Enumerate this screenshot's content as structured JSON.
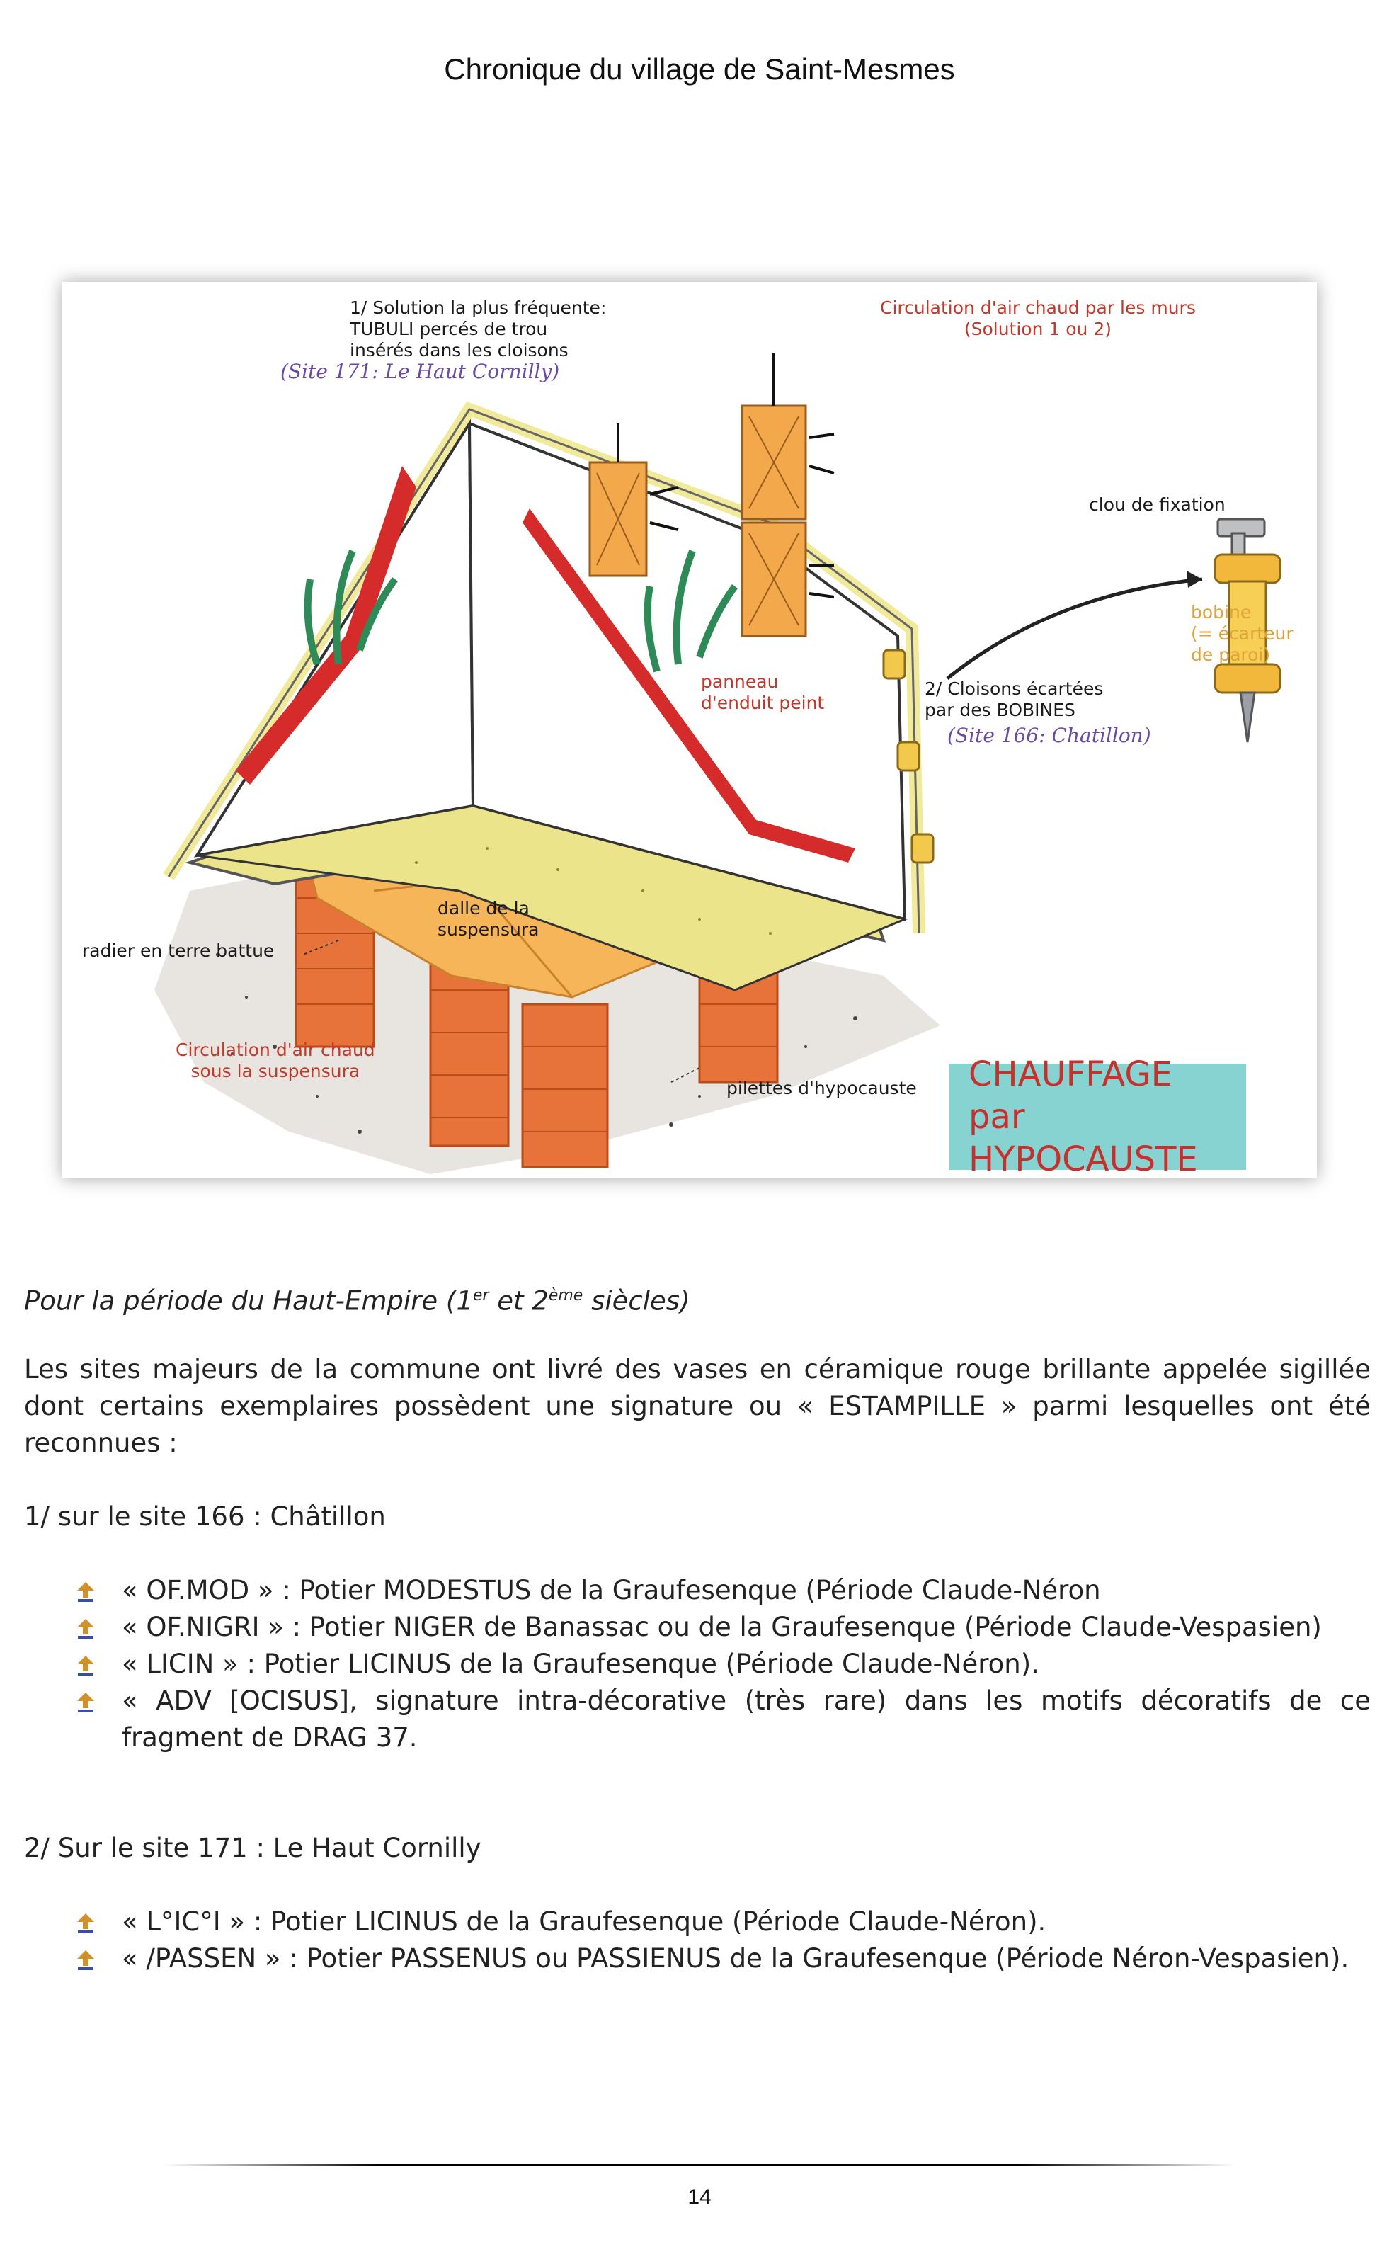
{
  "header": {
    "title": "Chronique du village de Saint-Mesmes"
  },
  "figure": {
    "labels": {
      "solution1_line1": "1/ Solution la plus fréquente:",
      "solution1_line2": "TUBULI percés de trou",
      "solution1_line3": "insérés dans les cloisons",
      "site171": "(Site 171: Le Haut Cornilly)",
      "circulation_murs_line1": "Circulation d'air chaud par les murs",
      "circulation_murs_line2": "(Solution 1 ou 2)",
      "clou": "clou de fixation",
      "bobine_line1": "bobine",
      "bobine_line2": "(= écarteur",
      "bobine_line3": "de paroi)",
      "panneau_line1": "panneau",
      "panneau_line2": "d'enduit peint",
      "solution2_line1": "2/ Cloisons écartées",
      "solution2_line2": "par des BOBINES",
      "site166": "(Site 166: Chatillon)",
      "dalle_line1": "dalle de la",
      "dalle_line2": "suspensura",
      "radier": "radier en terre battue",
      "circulation_sous_line1": "Circulation d'air chaud",
      "circulation_sous_line2": "sous la suspensura",
      "pilettes": "pilettes d'hypocauste"
    },
    "title_box": {
      "line1": "CHAUFFAGE",
      "line2": "par HYPOCAUSTE"
    }
  },
  "body": {
    "period_pre": "Pour la période du Haut-Empire (1",
    "period_sup1": "er",
    "period_mid": " et 2",
    "period_sup2": "ème",
    "period_post": " siècles)",
    "intro": "Les sites majeurs de la commune ont livré des vases en céramique rouge brillante appelée sigillée dont certains exemplaires possèdent une signature ou « ESTAMPILLE » parmi lesquelles ont été reconnues :",
    "site1_heading": "1/ sur le site 166 : Châtillon",
    "site1_items": [
      "« OF.MOD » : Potier MODESTUS de la Graufesenque (Période Claude-Néron",
      "« OF.NIGRI » : Potier NIGER de Banassac ou de la Graufesenque (Période Claude-Vespasien)",
      "« LICIN » : Potier LICINUS de la Graufesenque (Période Claude-Néron).",
      "« ADV [OCISUS], signature intra-décorative (très rare) dans les motifs décoratifs de ce fragment de DRAG 37."
    ],
    "site2_heading": "2/ Sur le site 171 : Le Haut Cornilly",
    "site2_items": [
      "« L°IC°I » : Potier LICINUS de la Graufesenque (Période Claude-Néron).",
      "« /PASSEN » : Potier PASSENUS ou PASSIENUS de la Graufesenque (Période Néron-Vespasien)."
    ]
  },
  "footer": {
    "page_number": "14"
  }
}
